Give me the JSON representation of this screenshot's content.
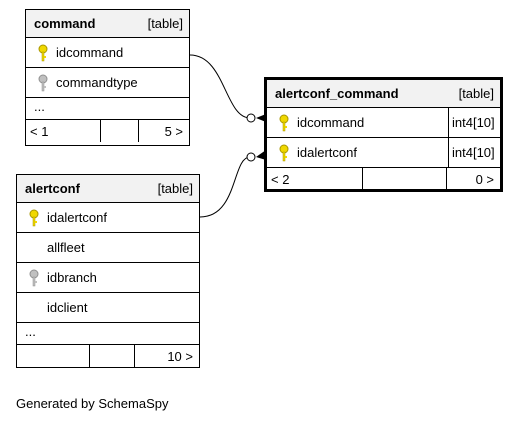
{
  "tables": [
    {
      "name": "command",
      "tag": "[table]",
      "columns": [
        {
          "name": "idcommand",
          "key": "primary"
        },
        {
          "name": "commandtype",
          "key": "foreign"
        }
      ],
      "ellipsis": "...",
      "footer": [
        "< 1",
        "",
        "5 >"
      ]
    },
    {
      "name": "alertconf_command",
      "tag": "[table]",
      "columns": [
        {
          "name": "idcommand",
          "key": "primary",
          "type": "int4[10]"
        },
        {
          "name": "idalertconf",
          "key": "primary",
          "type": "int4[10]"
        }
      ],
      "footer": [
        "< 2",
        "",
        "0 >"
      ]
    },
    {
      "name": "alertconf",
      "tag": "[table]",
      "columns": [
        {
          "name": "idalertconf",
          "key": "primary"
        },
        {
          "name": "allfleet",
          "key": "none"
        },
        {
          "name": "idbranch",
          "key": "foreign"
        },
        {
          "name": "idclient",
          "key": "none"
        }
      ],
      "ellipsis": "...",
      "footer": [
        "",
        "",
        "10 >"
      ]
    }
  ],
  "caption": "Generated by SchemaSpy",
  "colors": {
    "primary_key": "#f0d800",
    "foreign_key": "#b0b0b0"
  }
}
